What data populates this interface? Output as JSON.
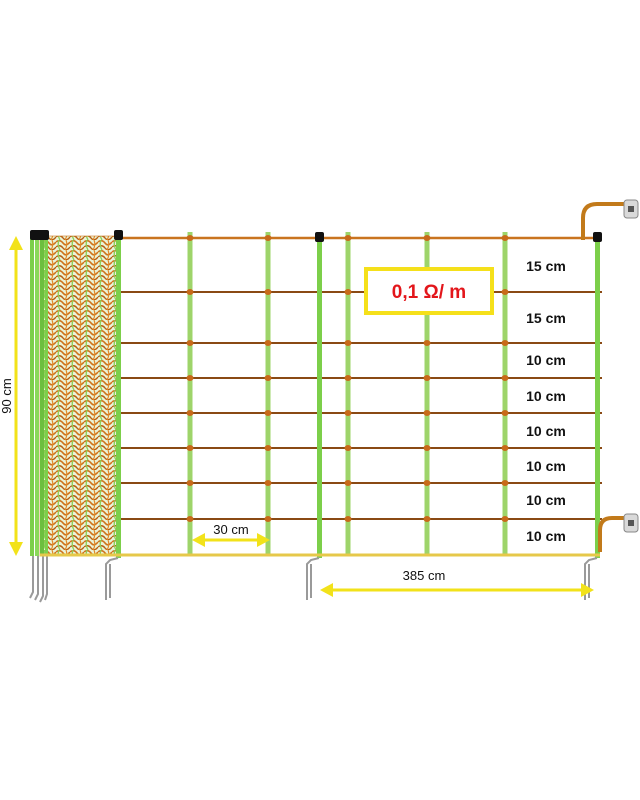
{
  "colors": {
    "wire": "#c9741f",
    "wire_dark": "#8a4a14",
    "knot": "#c86a1a",
    "stay": "#9ed46a",
    "stay_dark": "#5a9a32",
    "post": "#7ccf4a",
    "dimension": "#f2e21a",
    "resistance_text": "#e3161b",
    "resistance_border": "#f5e01a",
    "spike": "#9a9a9a",
    "hook": "#c27a1a"
  },
  "icons": [
    "fence-post-icon",
    "ground-spike-icon",
    "insulator-hook-icon",
    "rolled-net-icon"
  ],
  "resistance": {
    "label": "0,1 Ω/ m"
  },
  "dimensions": {
    "height": "90 cm",
    "stay_spacing": "30 cm",
    "post_spacing": "385 cm"
  },
  "wire_spacings": [
    "15 cm",
    "15 cm",
    "10 cm",
    "10 cm",
    "10 cm",
    "10 cm",
    "10 cm",
    "10 cm"
  ]
}
